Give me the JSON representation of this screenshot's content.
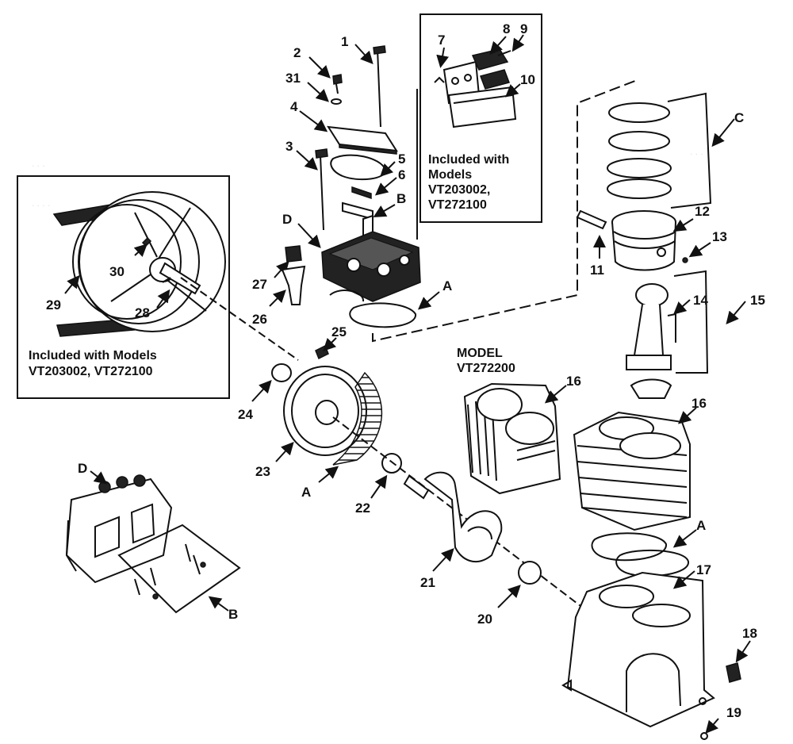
{
  "callouts": {
    "c1": "1",
    "c2": "2",
    "c3": "3",
    "c4": "4",
    "c5": "5",
    "c6": "6",
    "c7": "7",
    "c8": "8",
    "c9": "9",
    "c10": "10",
    "c11": "11",
    "c12": "12",
    "c13": "13",
    "c14": "14",
    "c15": "15",
    "c16a": "16",
    "c16b": "16",
    "c17": "17",
    "c18": "18",
    "c19": "19",
    "c20": "20",
    "c21": "21",
    "c22": "22",
    "c23": "23",
    "c24": "24",
    "c25": "25",
    "c26": "26",
    "c27": "27",
    "c28": "28",
    "c29": "29",
    "c30": "30",
    "c31": "31"
  },
  "letters": {
    "a_valve": "A",
    "a_gear": "A",
    "a_gasket": "A",
    "b_top": "B",
    "b_bottom": "B",
    "c_rings": "C",
    "d_top": "D",
    "d_bottom": "D"
  },
  "notes": {
    "valve_kit": [
      "Included with",
      "Models",
      "VT203002,",
      "VT272100"
    ],
    "flywheel_kit": [
      "Included with Models",
      "VT203002, VT272100"
    ],
    "model_label": [
      "MODEL",
      "VT272200"
    ]
  }
}
